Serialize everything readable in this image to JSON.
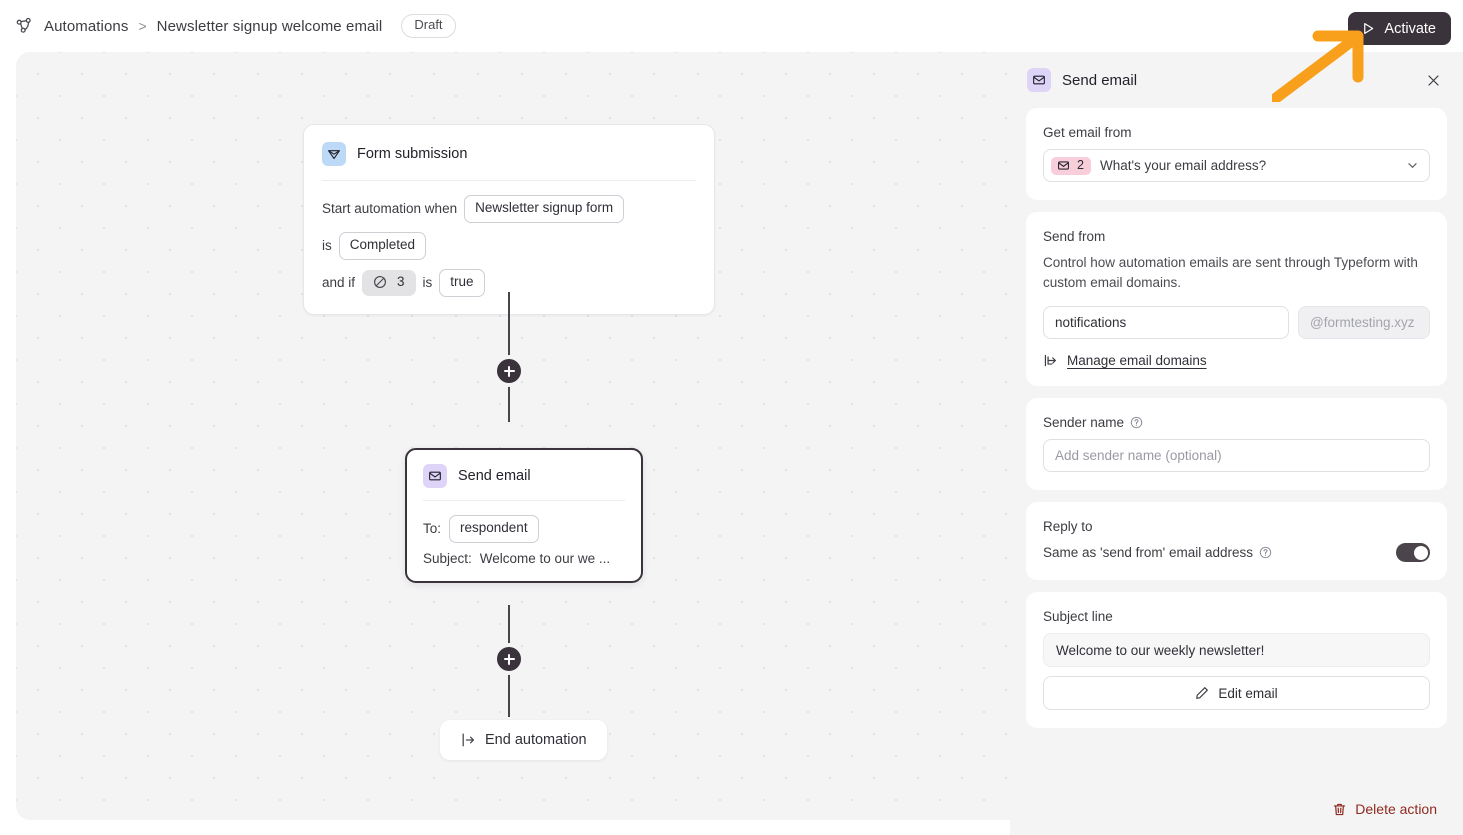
{
  "breadcrumb": {
    "icon": "automation-graph-icon",
    "root": "Automations",
    "separator": ">",
    "current": "Newsletter signup welcome email",
    "status": "Draft"
  },
  "topbar": {
    "activate_label": "Activate",
    "activate_icon": "play-icon",
    "activate_bg": "#3b333b",
    "annotation_arrow_color": "#f8a01c"
  },
  "canvas": {
    "trigger_node": {
      "icon": "paper-plane-icon",
      "icon_bg": "#bcd9f7",
      "title": "Form submission",
      "rows": [
        {
          "prefix": "Start automation when",
          "chip": "Newsletter signup form",
          "suffix": ""
        },
        {
          "prefix": "is",
          "chip": "Completed",
          "suffix": ""
        }
      ],
      "condition_row": {
        "prefix": "and if",
        "field_icon": "circle-slash-icon",
        "field_number": "3",
        "middle": "is",
        "value_chip": "true"
      }
    },
    "action_node": {
      "icon": "envelope-icon",
      "icon_bg": "#ddd4f7",
      "title": "Send email",
      "to_label": "To:",
      "to_chip": "respondent",
      "subject_label": "Subject:",
      "subject_value": "Welcome to our we ..."
    },
    "add_button_label": "+",
    "end_node": {
      "icon": "exit-icon",
      "label": "End automation"
    }
  },
  "panel": {
    "icon": "envelope-icon",
    "title": "Send email",
    "close_icon": "close-icon",
    "get_email_from": {
      "label": "Get email from",
      "badge_icon": "envelope-icon",
      "badge_number": "2",
      "badge_bg": "#f9cedb",
      "value": "What's your email address?",
      "chevron": "chevron-down-icon"
    },
    "send_from": {
      "label": "Send from",
      "description": "Control how automation emails are sent through Typeform with custom email domains.",
      "local_value": "notifications",
      "domain_value": "@formtesting.xyz",
      "manage_icon": "external-link-icon",
      "manage_label": "Manage email domains"
    },
    "sender_name": {
      "label": "Sender name",
      "help_icon": "question-mark-icon",
      "placeholder": "Add sender name (optional)",
      "value": ""
    },
    "reply_to": {
      "label": "Reply to",
      "toggle_label": "Same as 'send from' email address",
      "help_icon": "question-mark-icon",
      "toggle_state": "on"
    },
    "subject_line": {
      "label": "Subject line",
      "value": "Welcome to our weekly newsletter!",
      "edit_icon": "pencil-icon",
      "edit_label": "Edit email"
    },
    "delete": {
      "icon": "trash-icon",
      "label": "Delete action",
      "color": "#8f2a20"
    }
  }
}
